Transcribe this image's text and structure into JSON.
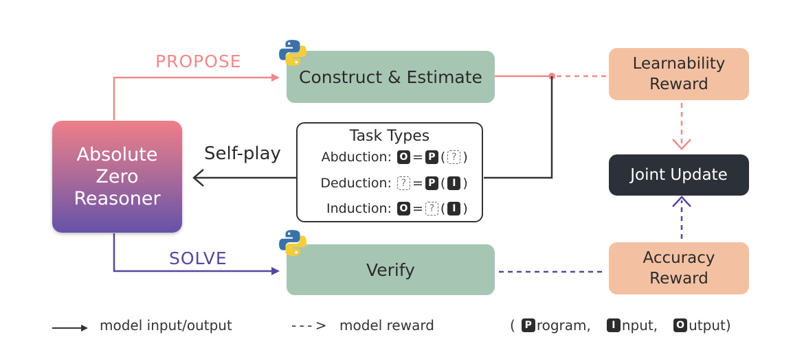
{
  "nodes": {
    "azr_line1": "Absolute",
    "azr_line2": "Zero",
    "azr_line3": "Reasoner",
    "construct": "Construct & Estimate",
    "verify": "Verify",
    "learnability_line1": "Learnability",
    "learnability_line2": "Reward",
    "accuracy_line1": "Accuracy",
    "accuracy_line2": "Reward",
    "joint": "Joint Update"
  },
  "edge_labels": {
    "propose": "PROPOSE",
    "solve": "SOLVE",
    "selfplay": "Self-play"
  },
  "task_types": {
    "title": "Task Types",
    "rows": [
      {
        "name": "Abduction:",
        "lhs": "O",
        "fn": "P",
        "arg": "?"
      },
      {
        "name": "Deduction:",
        "lhs": "?",
        "fn": "P",
        "arg": "I"
      },
      {
        "name": "Induction:",
        "lhs": "O",
        "fn": "?",
        "arg": "I"
      }
    ]
  },
  "legend": {
    "solid": "model input/output",
    "dashed_prefix": "- - - >",
    "dashed": "model reward",
    "open_paren": "(",
    "p_key": "P",
    "p_text": "rogram,",
    "i_key": "I",
    "i_text": "nput,",
    "o_key": "O",
    "o_text": "utput)"
  },
  "colors": {
    "propose": "#ee8a8a",
    "solve": "#5546a0",
    "construct_verify": "#a7c5b3",
    "reward": "#f3c1a2",
    "joint": "#2c3038"
  }
}
